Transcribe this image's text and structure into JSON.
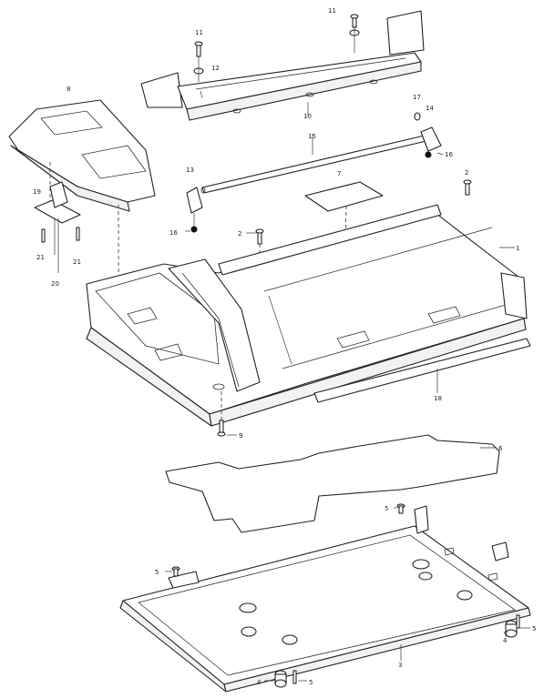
{
  "callouts": [
    {
      "id": "c1",
      "text": "1"
    },
    {
      "id": "c2a",
      "text": "2"
    },
    {
      "id": "c2b",
      "text": "2"
    },
    {
      "id": "c3",
      "text": "3"
    },
    {
      "id": "c4a",
      "text": "4"
    },
    {
      "id": "c4b",
      "text": "4"
    },
    {
      "id": "c5a",
      "text": "5"
    },
    {
      "id": "c5b",
      "text": "5"
    },
    {
      "id": "c5c",
      "text": "5"
    },
    {
      "id": "c5d",
      "text": "5"
    },
    {
      "id": "c6",
      "text": "6"
    },
    {
      "id": "c7",
      "text": "7"
    },
    {
      "id": "c8",
      "text": "8"
    },
    {
      "id": "c9",
      "text": "9"
    },
    {
      "id": "c10",
      "text": "10"
    },
    {
      "id": "c11a",
      "text": "11"
    },
    {
      "id": "c11b",
      "text": "11"
    },
    {
      "id": "c12",
      "text": "12"
    },
    {
      "id": "c13",
      "text": "13"
    },
    {
      "id": "c14",
      "text": "14"
    },
    {
      "id": "c15",
      "text": "15"
    },
    {
      "id": "c16a",
      "text": "16"
    },
    {
      "id": "c16b",
      "text": "16"
    },
    {
      "id": "c17",
      "text": "17"
    },
    {
      "id": "c18",
      "text": "18"
    },
    {
      "id": "c19",
      "text": "19"
    },
    {
      "id": "c20",
      "text": "20"
    },
    {
      "id": "c21a",
      "text": "21"
    },
    {
      "id": "c21b",
      "text": "21"
    }
  ]
}
